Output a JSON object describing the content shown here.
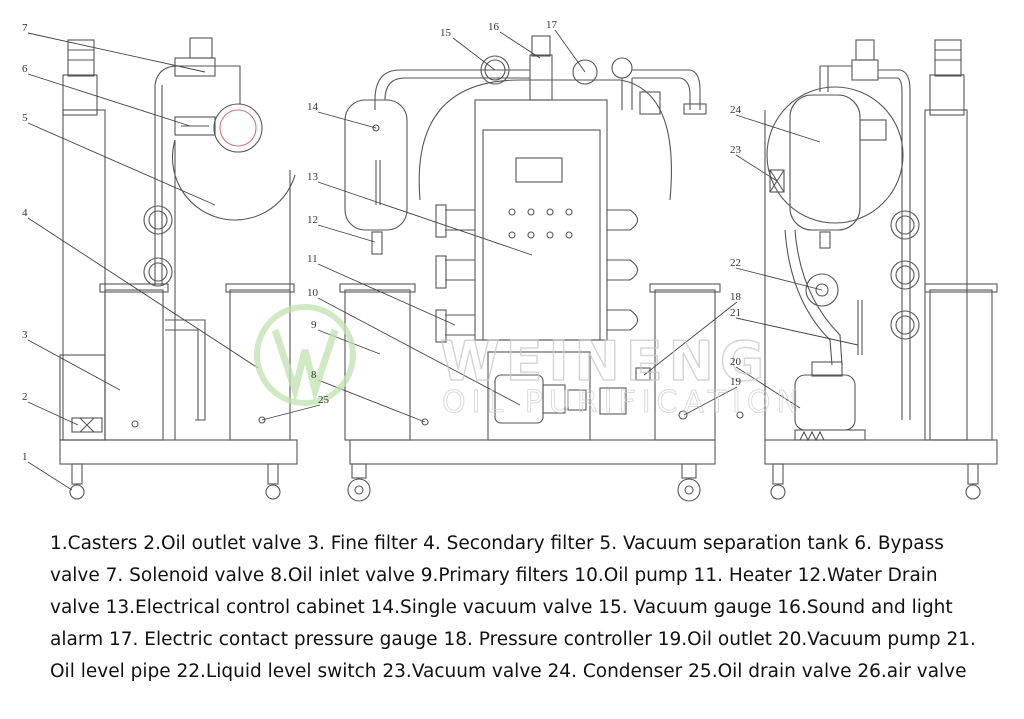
{
  "watermark": {
    "brand": "WEINENG",
    "sub": "OIL PURIFICATION"
  },
  "callouts": [
    "1",
    "2",
    "3",
    "4",
    "5",
    "6",
    "7",
    "8",
    "9",
    "10",
    "11",
    "12",
    "13",
    "14",
    "15",
    "16",
    "17",
    "18",
    "19",
    "20",
    "21",
    "22",
    "23",
    "24",
    "25"
  ],
  "legend": "1.Casters 2.Oil outlet valve 3. Fine filter 4. Secondary filter 5. Vacuum separation tank 6. Bypass valve 7. Solenoid valve 8.Oil inlet valve 9.Primary filters 10.Oil pump  11. Heater 12.Water Drain valve 13.Electrical control cabinet 14.Single vacuum valve 15. Vacuum gauge 16.Sound and light alarm 17. Electric contact pressure gauge 18. Pressure controller 19.Oil outlet 20.Vacuum pump 21. Oil level pipe 22.Liquid level switch 23.Vacuum valve 24. Condenser 25.Oil drain valve 26.air valve",
  "colors": {
    "line": "#555555",
    "watermark": "#bfe3b0",
    "text": "#111111"
  }
}
